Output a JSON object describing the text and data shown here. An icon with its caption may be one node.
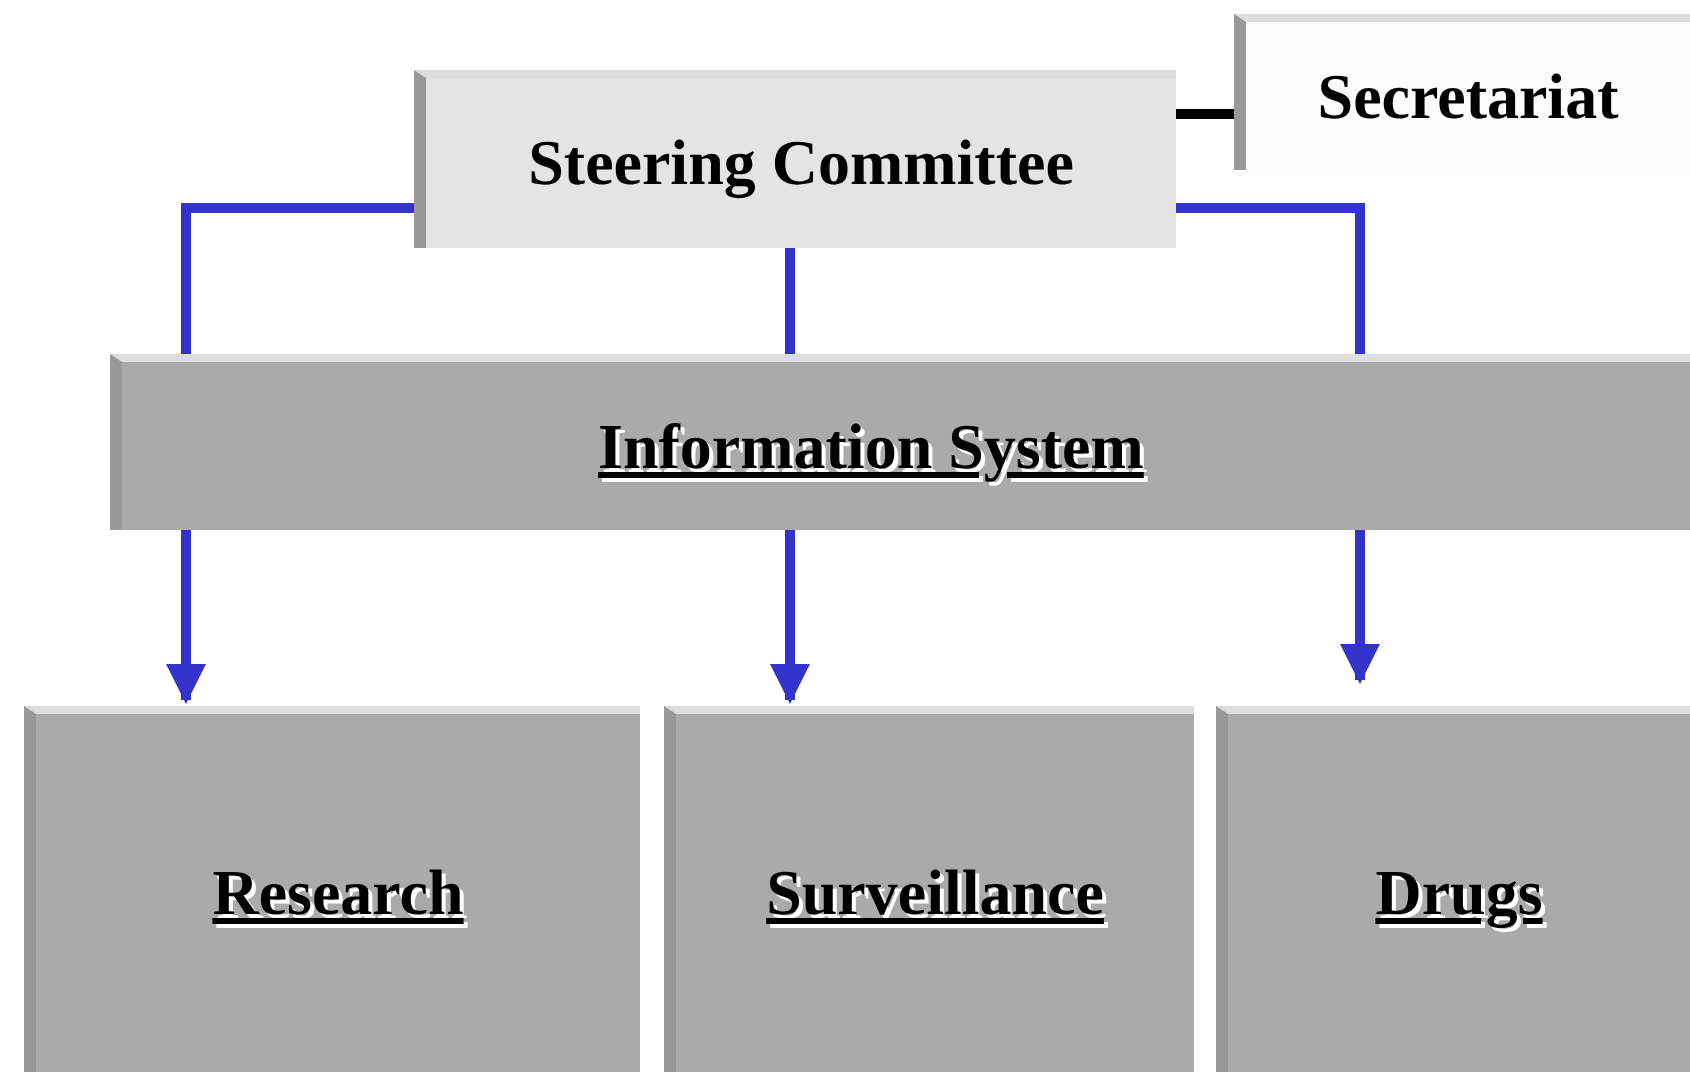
{
  "diagram": {
    "nodes": [
      {
        "text": [
          "Steering Committee"
        ]
      },
      {
        "text": [
          "Secretariat"
        ]
      },
      {
        "text": [
          "Information System"
        ]
      },
      {
        "text": [
          "Research"
        ]
      },
      {
        "text": [
          "Surveillance"
        ]
      },
      {
        "text": [
          "Drugs"
        ]
      }
    ],
    "edges": [
      {
        "from": 0,
        "to": 1,
        "arrow": "none",
        "color": "#000000"
      },
      {
        "from": 0,
        "to": 2,
        "arrow": "none"
      },
      {
        "from": 0,
        "to": 2,
        "arrow": "none"
      },
      {
        "from": 0,
        "to": 2,
        "arrow": "none"
      },
      {
        "from": 2,
        "to": 3,
        "arrow": "to"
      },
      {
        "from": 2,
        "to": 4,
        "arrow": "to"
      },
      {
        "from": 2,
        "to": 5,
        "arrow": "to"
      }
    ]
  }
}
